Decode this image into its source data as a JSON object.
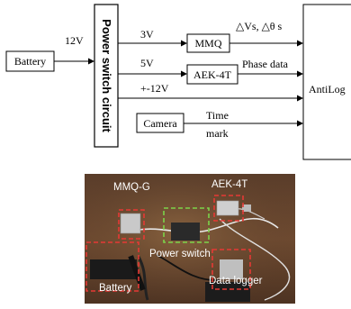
{
  "diagram": {
    "battery": "Battery",
    "power_switch_circuit": "Power switch circuit",
    "mmq": "MMQ",
    "aek": "AEK-4T",
    "camera": "Camera",
    "antilog": "AntiLog",
    "input_voltage": "12V",
    "v_3": "3V",
    "v_5": "5V",
    "v_pm12": "+-12V",
    "mmq_output": "△Vs, △θ s",
    "phase_data": "Phase data",
    "time_mark_line1": "Time",
    "time_mark_line2": "mark"
  },
  "photo": {
    "mmq_g": "MMQ-G",
    "aek_4t": "AEK-4T",
    "power_switch": "Power switch",
    "battery": "Battery",
    "data_logger": "Data logger",
    "colors": {
      "red_box": "#e53935",
      "green_box": "#7cd34a"
    }
  }
}
